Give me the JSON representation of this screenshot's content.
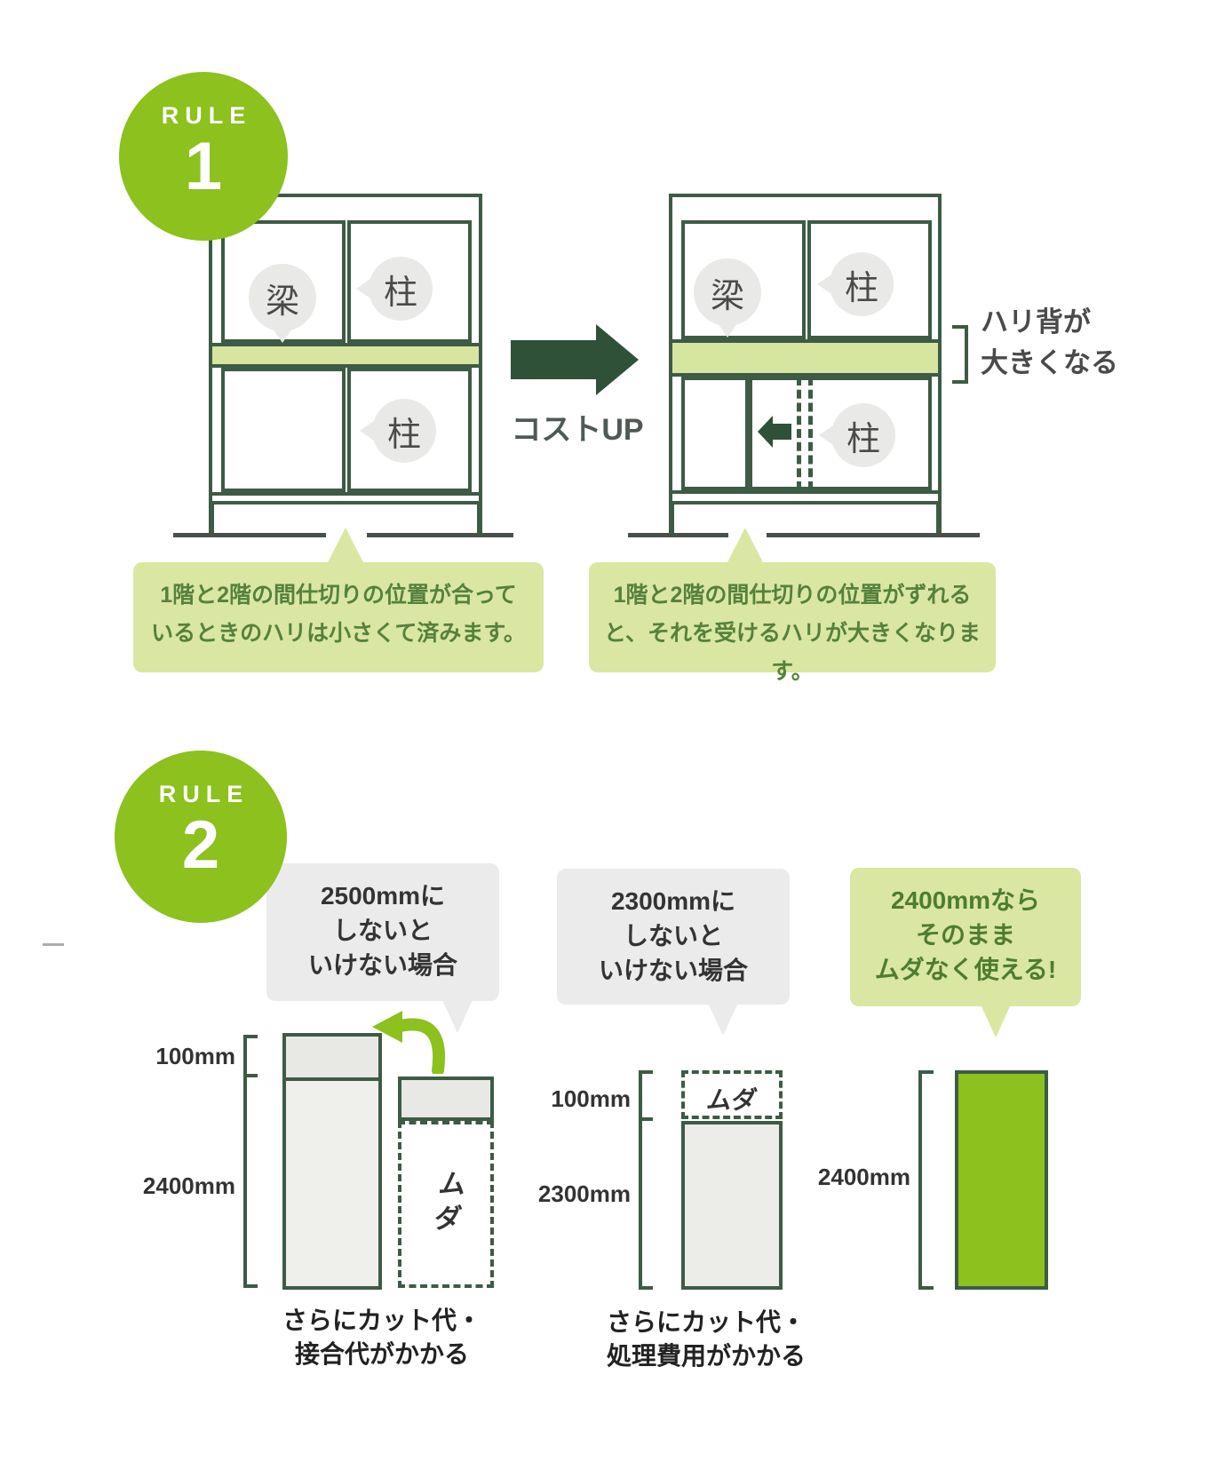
{
  "rule1": {
    "badge": {
      "label": "RULE",
      "number": "1"
    },
    "before": {
      "beam_bubble": "梁",
      "pillar_top_bubble": "柱",
      "pillar_bottom_bubble": "柱"
    },
    "after": {
      "beam_bubble": "梁",
      "pillar_top_bubble": "柱",
      "pillar_bottom_bubble": "柱"
    },
    "transition_label": "コストUP",
    "beam_depth_note": {
      "line1": "ハリ背が",
      "line2": "大きくなる"
    },
    "before_callout": {
      "line1": "1階と2階の間仕切りの位置が合って",
      "line2": "いるときのハリは小さくて済みます。"
    },
    "after_callout": {
      "line1": "1階と2階の間仕切りの位置がずれる",
      "line2": "と、それを受けるハリが大きくなります。"
    }
  },
  "rule2": {
    "badge": {
      "label": "RULE",
      "number": "2"
    },
    "cases": [
      {
        "bubble": {
          "line1": "2500mmに",
          "line2": "しないと",
          "line3": "いけない場合"
        },
        "dim_top": "100mm",
        "dim_bottom": "2400mm",
        "waste_label": "ムダ",
        "caption": {
          "line1": "さらにカット代・",
          "line2": "接合代がかかる"
        }
      },
      {
        "bubble": {
          "line1": "2300mmに",
          "line2": "しないと",
          "line3": "いけない場合"
        },
        "dim_top": "100mm",
        "dim_bottom": "2300mm",
        "waste_label": "ムダ",
        "caption": {
          "line1": "さらにカット代・",
          "line2": "処理費用がかかる"
        }
      },
      {
        "bubble": {
          "line1": "2400mmなら",
          "line2": "そのまま",
          "line3": "ムダなく使える!"
        },
        "dim_bottom": "2400mm"
      }
    ]
  },
  "colors": {
    "accent_green": "#8CC11E",
    "light_green_callout": "#D9E7A3",
    "beam_fill": "#D6E5A0",
    "dark_green_line": "#3D5B45",
    "arrow_dark_green": "#2E5138",
    "callout_text_green": "#55813B",
    "gray_box": "#EBEBEB",
    "bubble_gray": "#E9E9E7",
    "text_dark": "#333333"
  }
}
